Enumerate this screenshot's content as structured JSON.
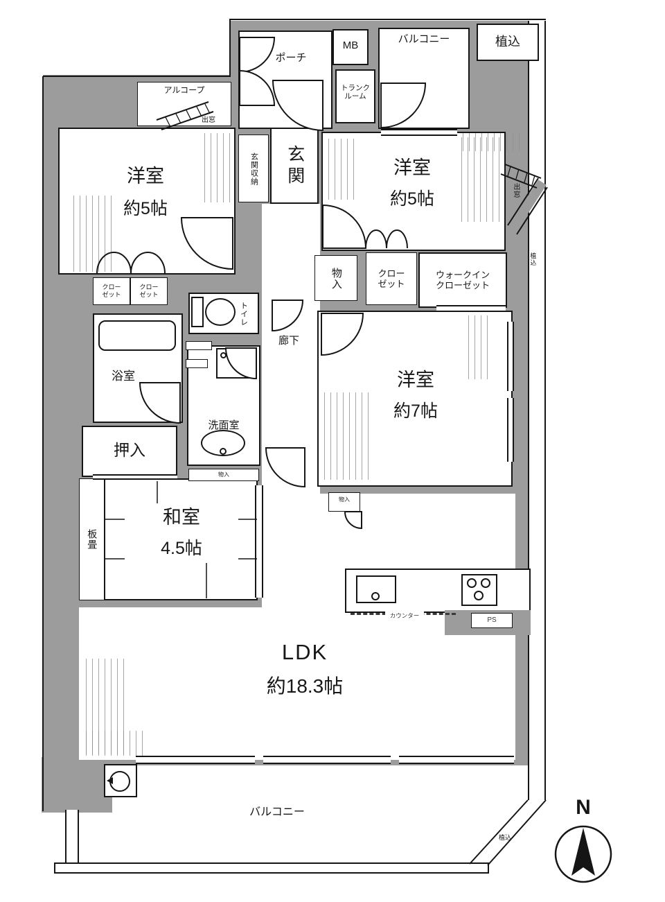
{
  "colors": {
    "wall": "#9c9c9c",
    "line": "#1a1a1a",
    "background": "#ffffff"
  },
  "labels": {
    "porch": "ポーチ",
    "mb": "MB",
    "trunk_room": "トランクルーム",
    "balcony": "バルコニー",
    "planting": "植込",
    "alcove": "アルコープ",
    "bay_window": "出窓",
    "western_room": "洋室",
    "western_5_size": "約5帖",
    "western_7_size": "約7帖",
    "entrance_storage": "玄関収納",
    "entrance": "玄関",
    "closet": "クローゼット",
    "walk_in_closet": "ウォークインクローゼット",
    "storage": "物入",
    "toilet": "トイレ",
    "hallway": "廊下",
    "bathroom": "浴室",
    "washroom": "洗面室",
    "oshiire": "押入",
    "itatami": "板畳",
    "washitsu": "和室",
    "washitsu_size": "4.5帖",
    "ldk": "LDK",
    "ldk_size": "約18.3帖",
    "counter": "カウンター",
    "pipe_space": "PS",
    "compass_north": "N"
  }
}
